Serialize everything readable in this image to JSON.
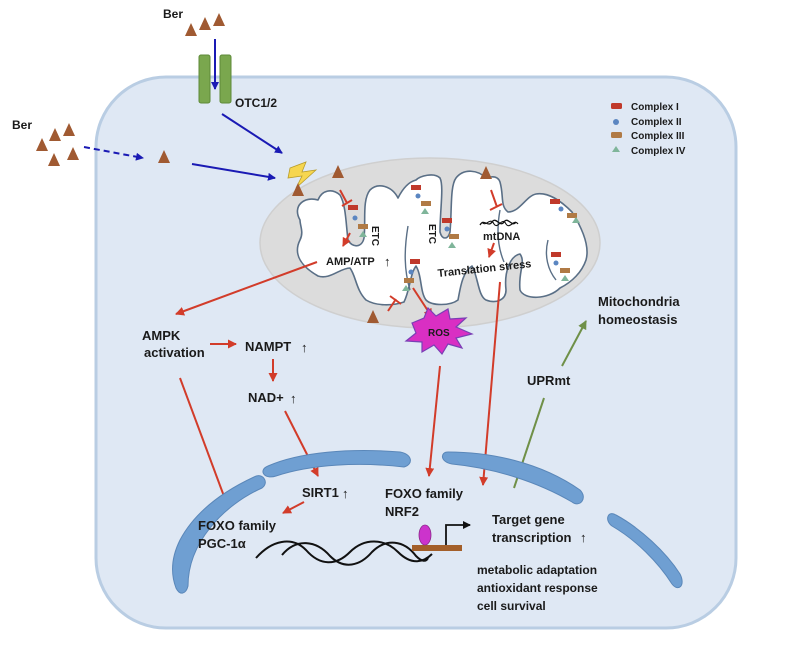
{
  "colors": {
    "cell_fill": "#dfe8f4",
    "cell_stroke": "#b9cde3",
    "mito_outer": "#dcdcdc",
    "mito_inner": "#ffffff",
    "mito_stroke": "#5a6f86",
    "nucleus": "#6f9fd2",
    "berberine": "#a05a32",
    "transporter": "#7aa74e",
    "blue_arrow": "#1a1ab4",
    "red_arrow": "#d23c2a",
    "green_arrow": "#6f9048",
    "ros": "#d92fc3",
    "complex_I": "#c0392b",
    "complex_II": "#5b86c1",
    "complex_III": "#b07a45",
    "complex_IV": "#7fb59a",
    "promoter": "#a35f2a",
    "tf_blob": "#cc33cc"
  },
  "labels": {
    "ber_top": "Ber",
    "ber_left": "Ber",
    "transporter": "OTC1/2",
    "etc_1": "ETC",
    "etc_2": "ETC",
    "amp_atp": "AMP/ATP",
    "mtdna": "mtDNA",
    "translation_stress": "Translation stress",
    "ros": "ROS",
    "ampk_line1": "AMPK",
    "ampk_line2": "activation",
    "nampt": "NAMPT",
    "nad": "NAD+",
    "sirt1": "SIRT1",
    "foxo_left_line1": "FOXO family",
    "foxo_left_line2": "PGC-1α",
    "foxo_mid_line1": "FOXO family",
    "foxo_mid_line2": "NRF2",
    "target_line1": "Target gene",
    "target_line2": "transcription",
    "outcome_1": "metabolic adaptation",
    "outcome_2": "antioxidant response",
    "outcome_3": "cell survival",
    "uprmt": "UPRmt",
    "homeo_line1": "Mitochondria",
    "homeo_line2": "homeostasis",
    "up_arrow": "↑"
  },
  "legend": [
    {
      "label": "Complex I",
      "shape": "rect",
      "color_key": "complex_I"
    },
    {
      "label": "Complex II",
      "shape": "circle",
      "color_key": "complex_II"
    },
    {
      "label": "Complex III",
      "shape": "rect",
      "color_key": "complex_III"
    },
    {
      "label": "Complex IV",
      "shape": "triangle",
      "color_key": "complex_IV"
    }
  ]
}
